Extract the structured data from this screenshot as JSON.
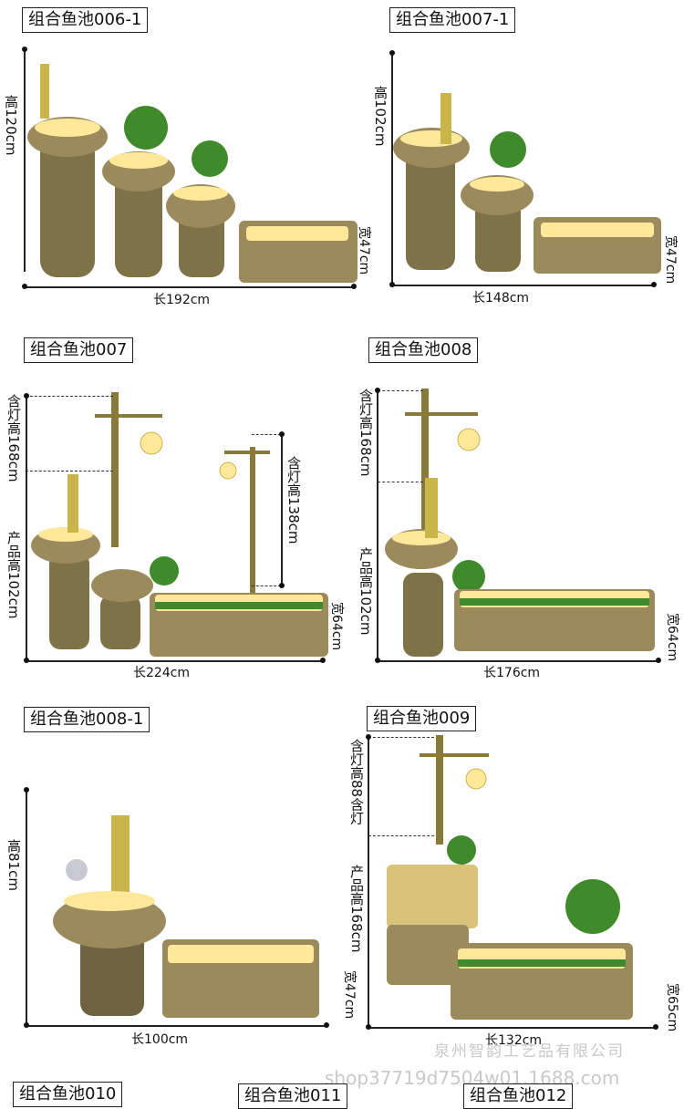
{
  "panels": [
    {
      "title": "组合鱼池006-1",
      "height": "高120cm",
      "length": "长192cm",
      "width": "宽47cm"
    },
    {
      "title": "组合鱼池007-1",
      "height": "高102cm",
      "length": "长148cm",
      "width": "宽47cm"
    },
    {
      "title": "组合鱼池007",
      "lamp_height": "含灯高168cm",
      "product_height": "产品高102cm",
      "lamp_height_2": "含灯高138cm",
      "length": "长224cm",
      "width": "宽64cm"
    },
    {
      "title": "组合鱼池008",
      "lamp_height": "含灯高168cm",
      "product_height": "产品高102cm",
      "length": "长176cm",
      "width": "宽64cm"
    },
    {
      "title": "组合鱼池008-1",
      "height": "高81cm",
      "length": "长100cm",
      "width": "宽47cm"
    },
    {
      "title": "组合鱼池009",
      "lamp_height": "含灯高88含灯",
      "product_height": "产品高168cm",
      "length": "长132cm",
      "width": "宽65cm"
    }
  ],
  "bottom_titles": [
    "组合鱼池010",
    "组合鱼池011",
    "组合鱼池012"
  ],
  "watermark": {
    "company": "泉州智韵工艺品有限公司",
    "shop": "shop37719d7504w01.1688.com"
  },
  "colors": {
    "stone": "#9a8a5c",
    "stone_dark": "#6e6240",
    "glow": "#ffe89a",
    "bamboo": "#c9b54a",
    "leaf": "#3f8a2a"
  }
}
